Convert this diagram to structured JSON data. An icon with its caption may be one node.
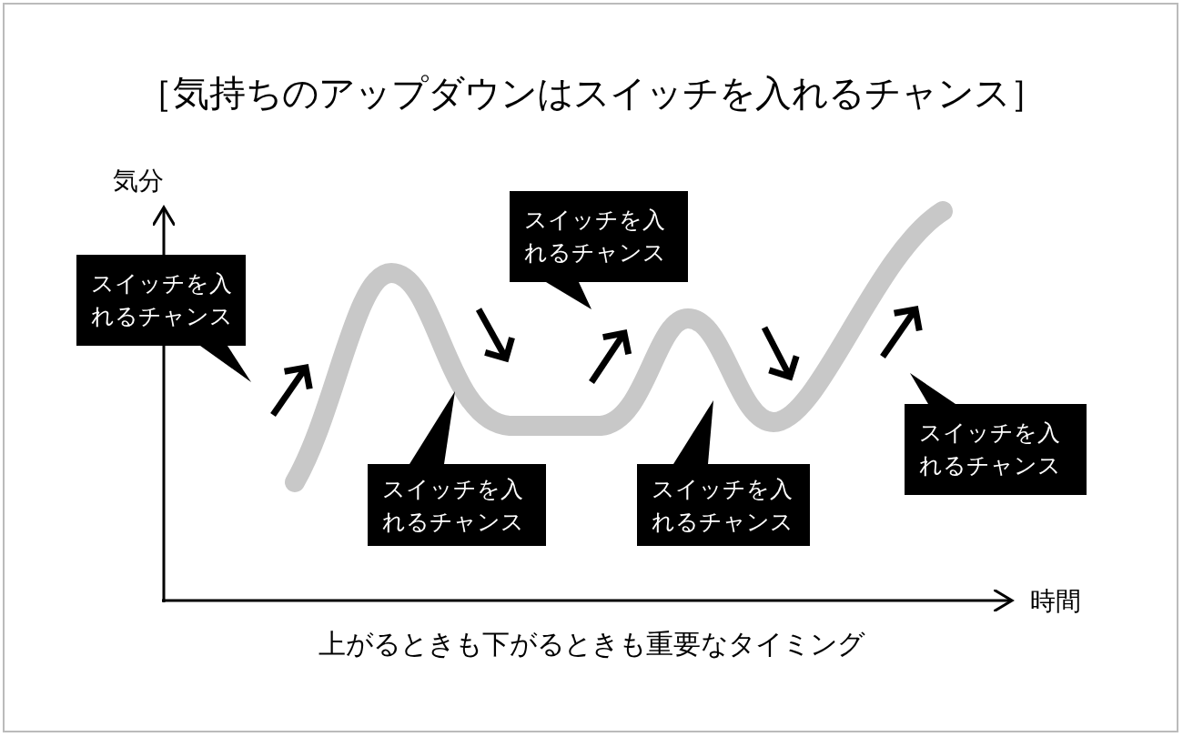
{
  "diagram": {
    "title": "［気持ちのアップダウンはスイッチを入れるチャンス］",
    "caption": "上がるときも下がるときも重要なタイミング",
    "nodes": [
      {
        "text": [
          "スイッチを入れるチャンス"
        ]
      },
      {
        "text": [
          "スイッチを入れるチャンス"
        ]
      },
      {
        "text": [
          "スイッチを入れるチャンス"
        ]
      },
      {
        "text": [
          "スイッチを入れるチャンス"
        ]
      },
      {
        "text": [
          "スイッチを入れるチャンス"
        ]
      }
    ],
    "labels": [
      "気分",
      "時間"
    ]
  }
}
